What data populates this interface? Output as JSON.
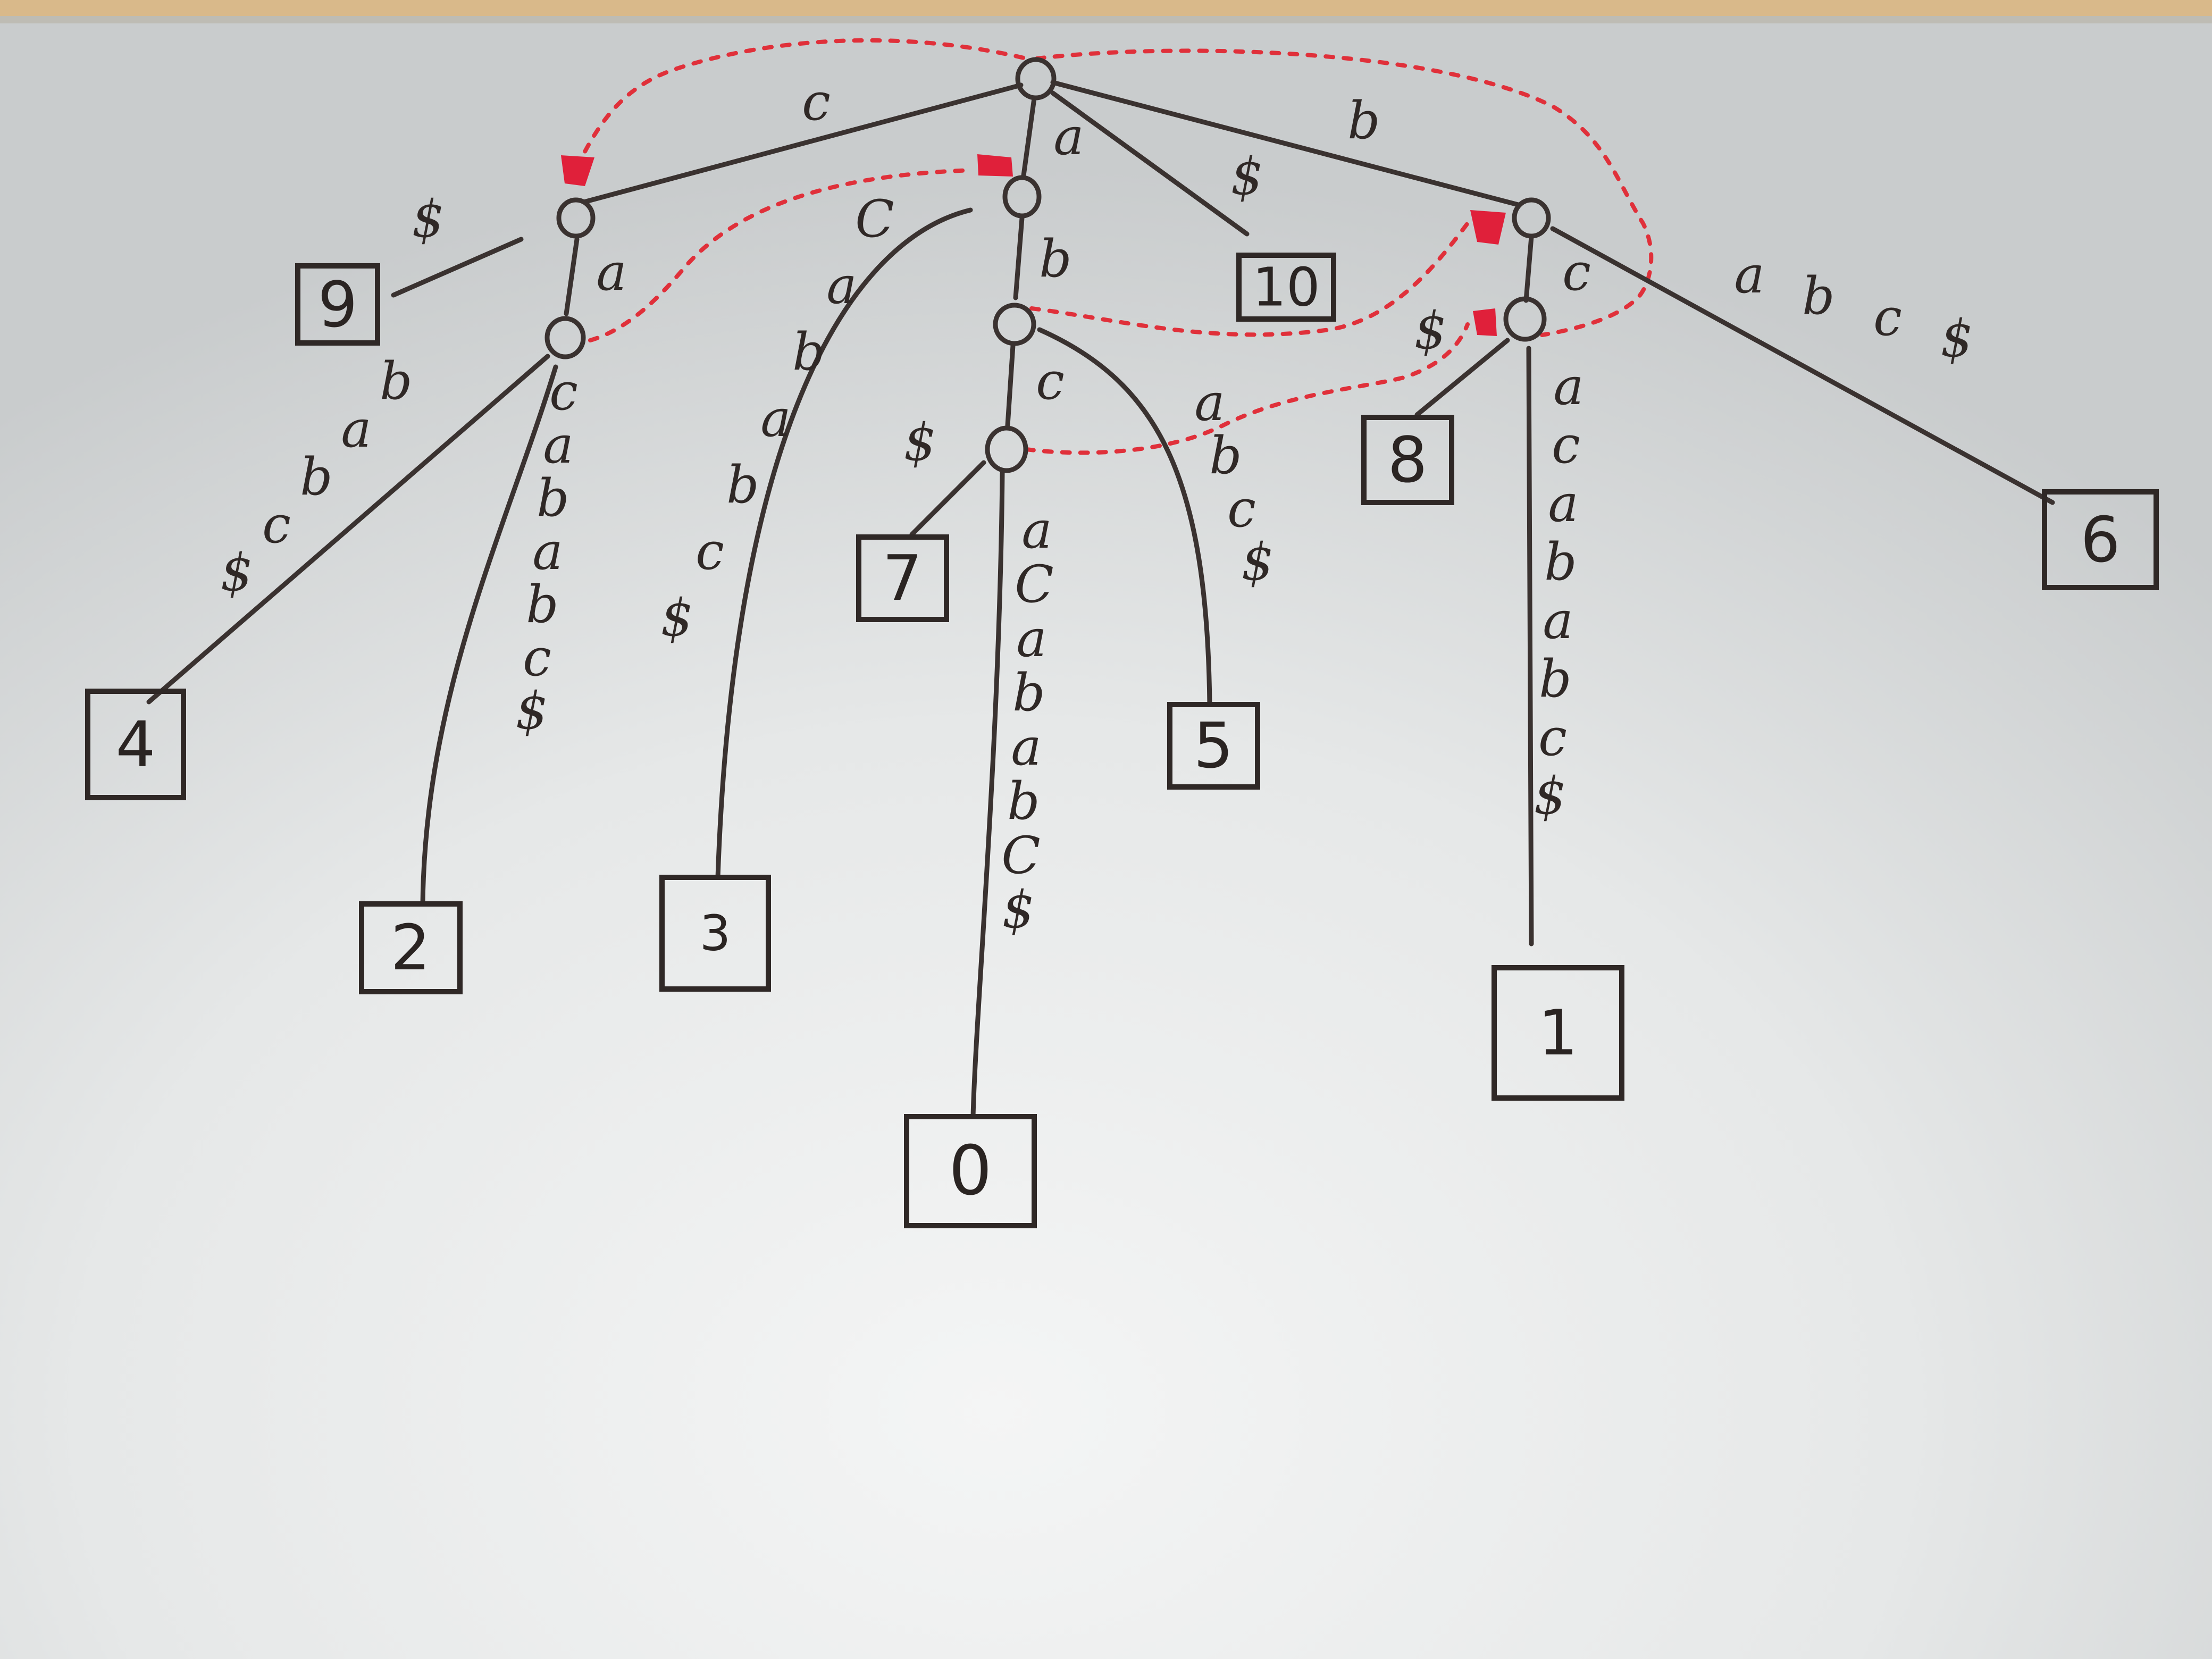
{
  "board": {
    "colors": {
      "background": "#d8dadb",
      "marker": "#3a3230",
      "suffix_link": "#e0303a",
      "frame": "#d9b98a"
    }
  },
  "leaves": {
    "l9": "9",
    "l10": "10",
    "l8": "8",
    "l6": "6",
    "l7": "7",
    "l5": "5",
    "l4": "4",
    "l2": "2",
    "l3": "3",
    "l0": "0",
    "l1": "1"
  },
  "edges": {
    "root_c": [
      "c"
    ],
    "root_a": [
      "a"
    ],
    "root_dollar": [
      "$"
    ],
    "root_b": [
      "b"
    ],
    "c_dollar": [
      "$"
    ],
    "c_a": [
      "a"
    ],
    "ca_babc": [
      "b",
      "a",
      "b",
      "c",
      "$"
    ],
    "ca_cabab": [
      "c",
      "a",
      "b",
      "a",
      "b",
      "c",
      "$"
    ],
    "a_cabab": [
      "C",
      "a",
      "b",
      "a",
      "b",
      "c",
      "$"
    ],
    "a_b": [
      "b"
    ],
    "ab_c": [
      "c"
    ],
    "ab_abc": [
      "a",
      "b",
      "c",
      "$"
    ],
    "abc_dollar": [
      "$"
    ],
    "abc_acab": [
      "a",
      "C",
      "a",
      "b",
      "a",
      "b",
      "C",
      "$"
    ],
    "b_c": [
      "c"
    ],
    "b_abc": [
      "a",
      "b",
      "c",
      "$"
    ],
    "bc_dollar": [
      "$"
    ],
    "bc_acab": [
      "a",
      "c",
      "a",
      "b",
      "a",
      "b",
      "c",
      "$"
    ]
  }
}
